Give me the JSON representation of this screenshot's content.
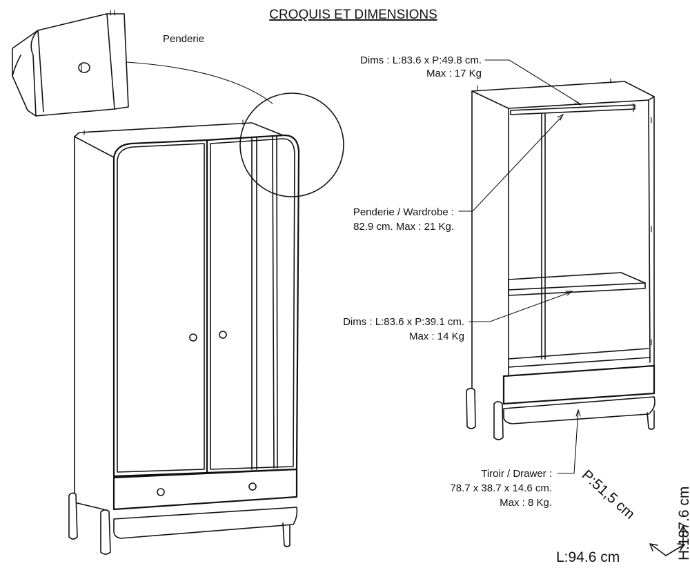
{
  "title": "CROQUIS ET DIMENSIONS",
  "detail_label": "Penderie",
  "callouts": {
    "top_shelf": {
      "line1": "Dims : L:83.6 x P:49.8 cm.",
      "line2": "Max : 17 Kg"
    },
    "wardrobe_rail": {
      "line1": "Penderie / Wardrobe :",
      "line2": "82.9 cm. Max : 21 Kg."
    },
    "mid_shelf": {
      "line1": "Dims : L:83.6 x P:39.1 cm.",
      "line2": "Max : 14 Kg"
    },
    "drawer": {
      "line1": "Tiroir / Drawer :",
      "line2": "78.7 x 38.7 x 14.6 cm.",
      "line3": "Max : 8 Kg."
    }
  },
  "dimensions": {
    "depth": "P:51,5 cm",
    "height": "H:187.6 cm",
    "width": "L:94.6 cm"
  },
  "colors": {
    "ink": "#111111",
    "background": "#ffffff"
  }
}
